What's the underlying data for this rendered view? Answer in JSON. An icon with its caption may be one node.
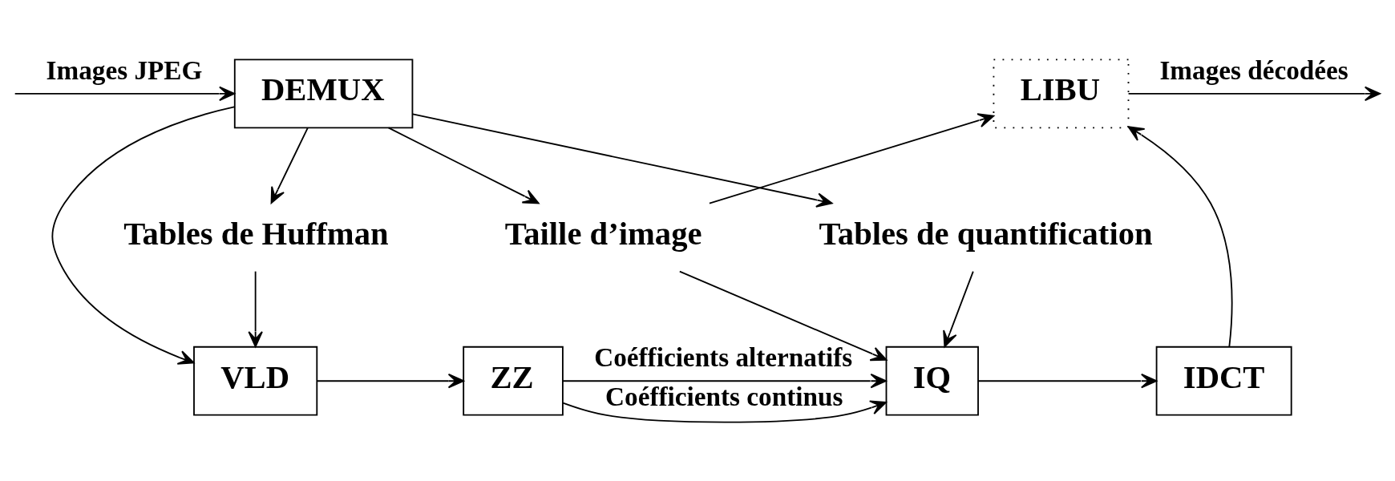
{
  "diagram": {
    "nodes": [
      {
        "text": [
          "DEMUX"
        ]
      },
      {
        "text": [
          "Tables de Huffman"
        ]
      },
      {
        "text": [
          "Tables de quantification"
        ]
      },
      {
        "text": [
          "Taille d’image"
        ]
      },
      {
        "text": [
          "LIBU"
        ]
      },
      {
        "text": [
          "VLD"
        ]
      },
      {
        "text": [
          "ZZ"
        ]
      },
      {
        "text": [
          "IQ"
        ]
      },
      {
        "text": [
          "IDCT"
        ]
      }
    ],
    "edges": [
      {
        "from": null,
        "to": 0,
        "arrow": "to",
        "label": "Images JPEG"
      },
      {
        "from": 0,
        "to": 1,
        "arrow": "to"
      },
      {
        "from": 0,
        "to": 2,
        "arrow": "to"
      },
      {
        "from": 0,
        "to": 3,
        "arrow": "to"
      },
      {
        "from": 3,
        "to": 4,
        "arrow": "to"
      },
      {
        "from": 4,
        "to": null,
        "arrow": "to",
        "label": "Images décodées"
      },
      {
        "from": 0,
        "to": 5,
        "arrow": "to"
      },
      {
        "from": 1,
        "to": 5,
        "arrow": "to"
      },
      {
        "from": 2,
        "to": 7,
        "arrow": "to"
      },
      {
        "from": 3,
        "to": 7,
        "arrow": "to"
      },
      {
        "from": 5,
        "to": 6,
        "arrow": "to"
      },
      {
        "from": 6,
        "to": 7,
        "arrow": "to",
        "label": "Coéfficients continus"
      },
      {
        "from": 6,
        "to": 7,
        "arrow": "to",
        "label": "Coéfficients alternatifs"
      },
      {
        "from": 7,
        "to": 8,
        "arrow": "to"
      },
      {
        "from": 8,
        "to": 4,
        "arrow": "to"
      }
    ]
  }
}
